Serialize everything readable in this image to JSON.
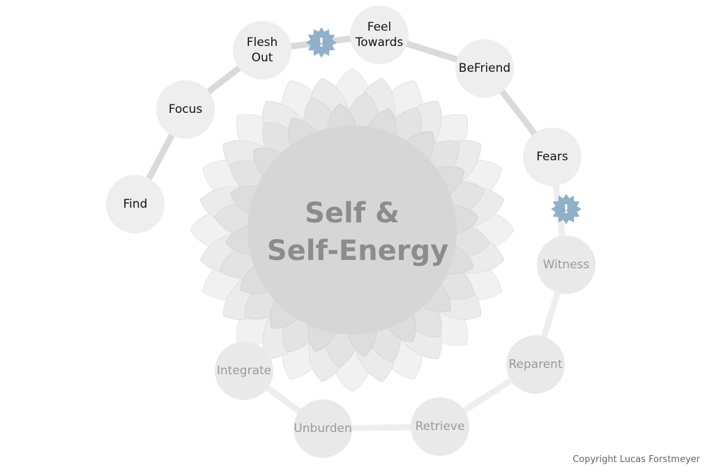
{
  "center": {
    "line1": "Self &",
    "line2": "Self-Energy"
  },
  "active_steps": [
    {
      "id": "find",
      "lines": [
        "Find"
      ]
    },
    {
      "id": "focus",
      "lines": [
        "Focus"
      ]
    },
    {
      "id": "flesh-out",
      "lines": [
        "Flesh",
        "Out"
      ]
    },
    {
      "id": "feel-towards",
      "lines": [
        "Feel",
        "Towards"
      ]
    },
    {
      "id": "befriend",
      "lines": [
        "BeFriend"
      ]
    },
    {
      "id": "fears",
      "lines": [
        "Fears"
      ]
    }
  ],
  "faded_steps": [
    {
      "id": "witness",
      "lines": [
        "Witness"
      ]
    },
    {
      "id": "reparent",
      "lines": [
        "Reparent"
      ]
    },
    {
      "id": "retrieve",
      "lines": [
        "Retrieve"
      ]
    },
    {
      "id": "unburden",
      "lines": [
        "Unburden"
      ]
    },
    {
      "id": "integrate",
      "lines": [
        "Integrate"
      ]
    }
  ],
  "warning_badges": [
    {
      "id": "badge-flesh-feel",
      "symbol": "!"
    },
    {
      "id": "badge-fears-witness",
      "symbol": "!"
    }
  ],
  "colors": {
    "active_text": "#111111",
    "faded_text": "#9a9a9a",
    "center_text": "#8c8c8c",
    "badge": "#8fb0c8",
    "badge_symbol": "#ffffff",
    "copyright": "#666666"
  },
  "copyright": "Copyright Lucas Forstmeyer"
}
